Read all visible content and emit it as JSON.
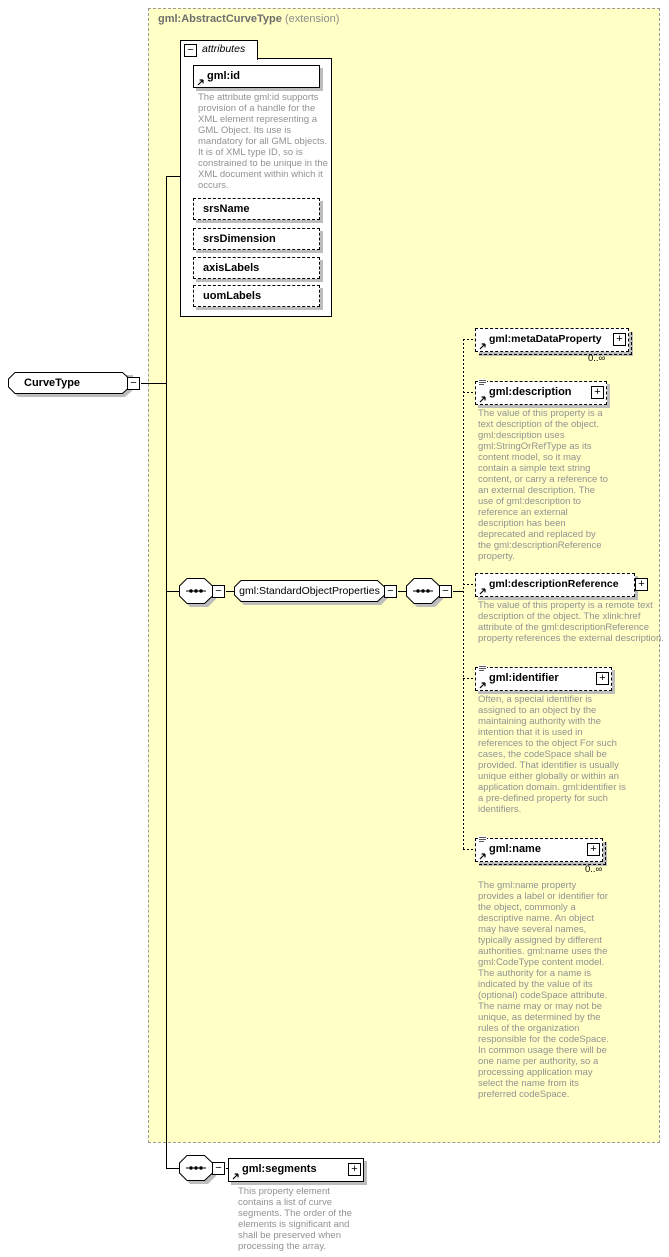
{
  "header": {
    "type_name": "gml:AbstractCurveType",
    "qualifier": "(extension)"
  },
  "root": {
    "label": "CurveType"
  },
  "attributes_panel": {
    "title": "attributes",
    "id_attr": {
      "label": "gml:id",
      "doc": "The attribute gml:id supports provision of a handle for the XML element representing a GML Object. Its use is mandatory for all GML objects. It is of XML type ID, so is constrained to be unique in the XML document within which it occurs."
    },
    "optional": [
      {
        "label": "srsName"
      },
      {
        "label": "srsDimension"
      },
      {
        "label": "axisLabels"
      },
      {
        "label": "uomLabels"
      }
    ]
  },
  "group": {
    "label": "gml:StandardObjectProperties"
  },
  "children": [
    {
      "label": "gml:metaDataProperty",
      "occurs": "0..∞"
    },
    {
      "label": "gml:description",
      "doc": "The value of this property is a text description of the object. gml:description uses gml:StringOrRefType as its content model, so it may contain a simple text string content, or carry a reference to an external description. The use of gml:description to reference an external description has been deprecated and replaced by the gml:descriptionReference property."
    },
    {
      "label": "gml:descriptionReference",
      "doc": "The value of this property is a remote text description of the object. The xlink:href attribute of the gml:descriptionReference property references the external description."
    },
    {
      "label": "gml:identifier",
      "doc": "Often, a special identifier is assigned to an object by the maintaining authority with the intention that it is used in references to the object For such cases, the codeSpace shall be provided. That identifier is usually unique either globally or within an application domain. gml:identifier is a pre-defined property for such identifiers."
    },
    {
      "label": "gml:name",
      "occurs": "0..∞",
      "doc": "The gml:name property provides a label or identifier for the object, commonly a descriptive name. An object may have several names, typically assigned by different authorities. gml:name uses the gml:CodeType content model.  The authority for a name is indicated by the value of its (optional) codeSpace attribute.  The name may or may not be unique, as determined by the rules of the organization responsible for the codeSpace.  In common usage there will be one name per authority, so a processing application may select the name from its preferred codeSpace."
    }
  ],
  "segments": {
    "label": "gml:segments",
    "doc": "This property element contains a list of curve segments. The order of the elements is significant and shall be preserved when processing the array."
  },
  "icons": {
    "collapse": "−",
    "expand": "+"
  }
}
